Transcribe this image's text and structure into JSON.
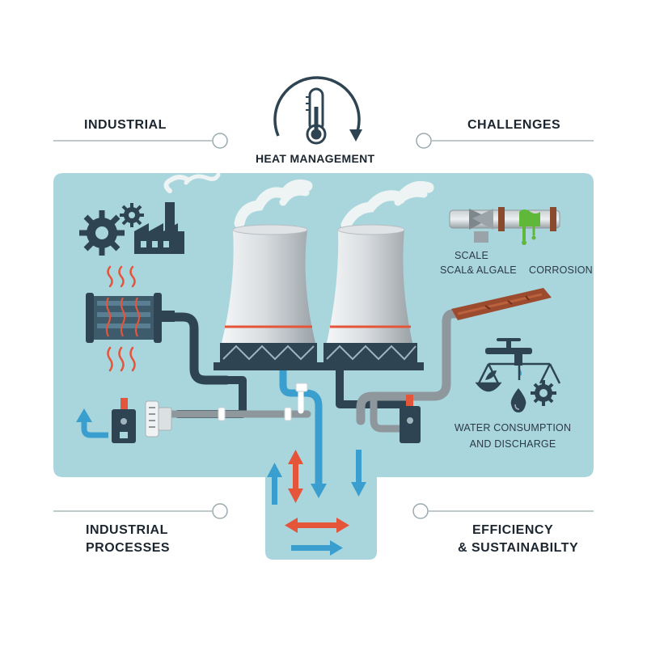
{
  "title": "HEAT MANAGEMENT",
  "corners": {
    "top_left": "INDUSTRIAL",
    "top_right": "CHALLENGES",
    "bottom_left_line1": "INDUSTRIAL",
    "bottom_left_line2": "PROCESSES",
    "bottom_right_line1": "EFFICIENCY",
    "bottom_right_line2": "& SUSTAINABILTY"
  },
  "challenge_labels": {
    "scale": "SCALE",
    "scale_algae": "SCAL& ALGALE",
    "corrosion": "CORROSION",
    "water_line1": "WATER CONSUMPTION",
    "water_line2": "AND DISCHARGE"
  },
  "colors": {
    "panel": "#a9d6dd",
    "dark_pipe": "#2e4453",
    "blue_flow": "#3a9fcf",
    "red_flow": "#e4553a",
    "green_corrosion": "#5fb83a",
    "grey_pipe": "#8e979b"
  },
  "icons": [
    "thermometer-icon",
    "gears-icon",
    "factory-icon",
    "heat-exchanger-icon",
    "cooling-tower-icon",
    "pipe-valve-icon",
    "corroded-pipe-icon",
    "water-tap-icon",
    "balance-scale-icon",
    "water-drop-icon",
    "leaf-icon"
  ]
}
